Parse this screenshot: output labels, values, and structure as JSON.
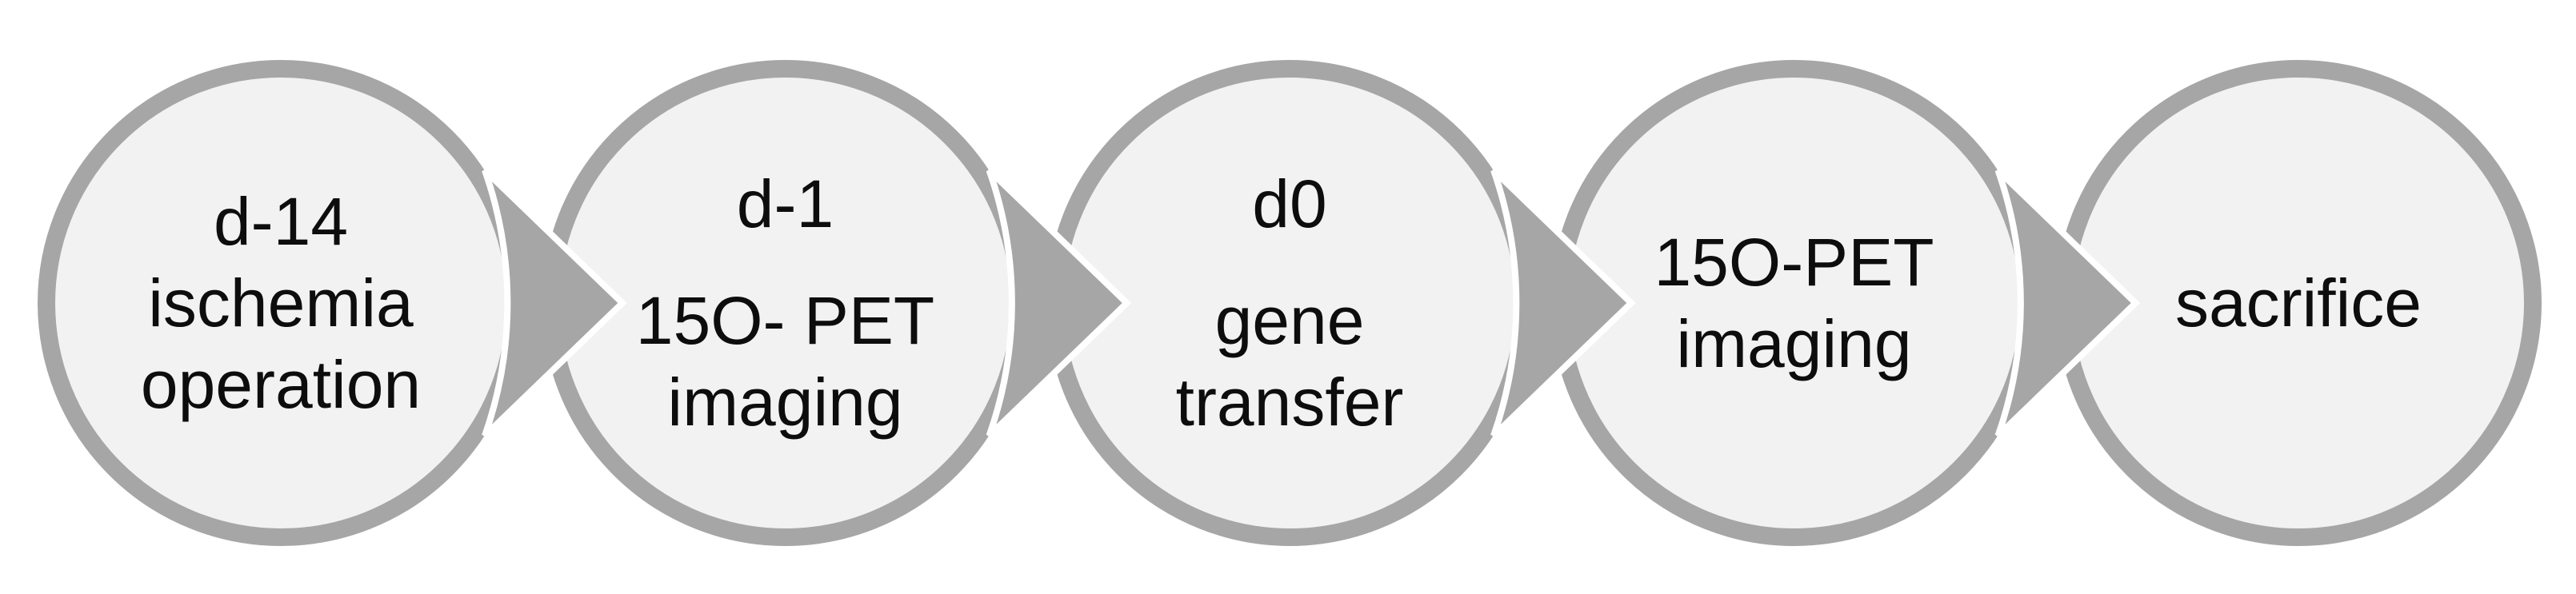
{
  "diagram": {
    "type": "process-flow-timeline",
    "direction": "left-to-right",
    "steps": [
      {
        "name": "ischemia-operation",
        "lines": [
          "d-14",
          "ischemia",
          "operation"
        ]
      },
      {
        "name": "pet-imaging-pre",
        "lines": [
          "d-1",
          "",
          "15O- PET",
          "imaging"
        ]
      },
      {
        "name": "gene-transfer",
        "lines": [
          "d0",
          "",
          "gene",
          "transfer"
        ]
      },
      {
        "name": "pet-imaging-post",
        "lines": [
          "15O-PET",
          "imaging"
        ]
      },
      {
        "name": "sacrifice",
        "lines": [
          "sacrifice"
        ]
      }
    ],
    "connector_count": 4
  },
  "colors": {
    "background": "#ffffff",
    "node_fill": "#f2f2f2",
    "node_border": "#a6a6a6",
    "arrow_fill": "#a6a6a6",
    "arrow_outline": "#ffffff",
    "text": "#0d0d0d"
  }
}
